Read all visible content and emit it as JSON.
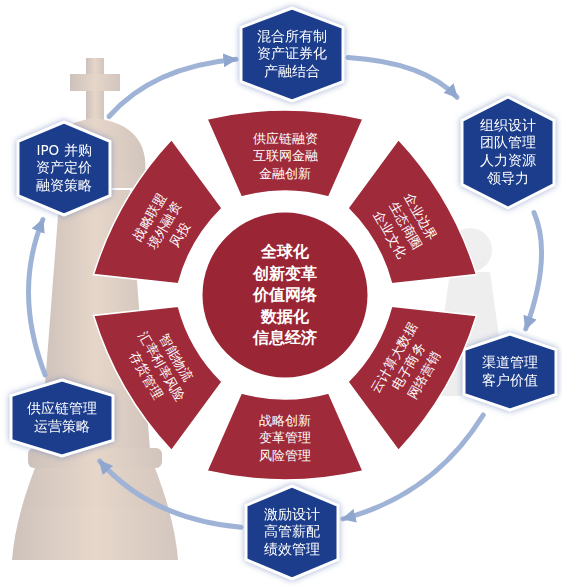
{
  "diagram": {
    "nodes": [
      {
        "text": [
          "混合所有制 资产证券化 产融结合"
        ]
      },
      {
        "text": [
          "组织设计 团队管理 人力资源 领导力"
        ]
      },
      {
        "text": [
          "渠道管理 客户价值"
        ]
      },
      {
        "text": [
          "激励设计 高管薪配 绩效管理"
        ]
      },
      {
        "text": [
          "供应链管理 运营策略"
        ]
      },
      {
        "text": [
          "IPO 并购 资产定价 融资策略"
        ]
      },
      {
        "text": [
          "供应链融资 互联网金融 金融创新"
        ]
      },
      {
        "text": [
          "企业边界 生态商圈 企业文化"
        ]
      },
      {
        "text": [
          "云计算大数据 电子商务 网络营销"
        ]
      },
      {
        "text": [
          "战略创新 变革管理 风险管理"
        ]
      },
      {
        "text": [
          "智能物流 汇率利率风险 存货管理"
        ]
      },
      {
        "text": [
          "战略联盟 境外融资 风投"
        ]
      },
      {
        "text": [
          "全球化 创新变革 价值网络 数据化 信息经济"
        ]
      }
    ],
    "edges": [
      {
        "from": 0,
        "to": 1,
        "arrow": "to"
      },
      {
        "from": 1,
        "to": 2,
        "arrow": "to"
      },
      {
        "from": 2,
        "to": 3,
        "arrow": "to"
      },
      {
        "from": 3,
        "to": 4,
        "arrow": "to"
      },
      {
        "from": 4,
        "to": 5,
        "arrow": "to"
      },
      {
        "from": 5,
        "to": 0,
        "arrow": "to"
      }
    ]
  }
}
